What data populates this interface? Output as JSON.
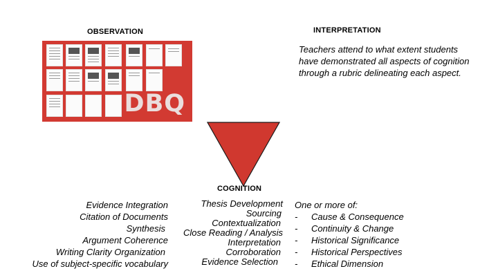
{
  "observation": {
    "heading": "OBSERVATION",
    "dbq_label": "DBQ"
  },
  "interpretation": {
    "heading": "INTERPRETATION",
    "text": "Teachers attend to what extent students have demonstrated all aspects of cognition through a rubric delineating each aspect."
  },
  "cognition": {
    "heading": "COGNITION",
    "left_items": [
      "Evidence Integration",
      "Citation of Documents",
      "Synthesis",
      "Argument Coherence",
      "Writing Clarity Organization",
      "Use of subject-specific vocabulary"
    ],
    "middle_items": [
      "Thesis Development",
      "Sourcing",
      "Contextualization",
      "Close Reading / Analysis",
      "Interpretation",
      "Corroboration",
      "Evidence Selection"
    ],
    "right_intro": "One or more of:",
    "right_items": [
      "Cause & Consequence",
      "Continuity & Change",
      "Historical Significance",
      "Historical Perspectives",
      "Ethical Dimension"
    ],
    "bullet": "-"
  },
  "colors": {
    "dbq_red": "#d23a32",
    "triangle_red": "#d0382f"
  }
}
